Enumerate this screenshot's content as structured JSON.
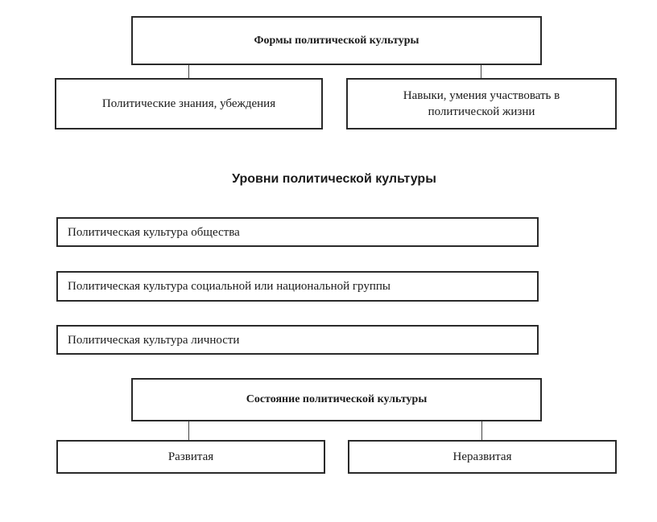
{
  "forms": {
    "title": "Формы политической культуры",
    "items": [
      "Политические знания, убеждения",
      "Навыки, умения участвовать в политической жизни"
    ]
  },
  "levels": {
    "title": "Уровни политической культуры",
    "items": [
      "Политическая культура общества",
      "Политическая культура социальной или национальной группы",
      "Политическая культура личности"
    ]
  },
  "state": {
    "title": "Состояние политической культуры",
    "items": [
      "Развитая",
      "Неразвитая"
    ]
  }
}
